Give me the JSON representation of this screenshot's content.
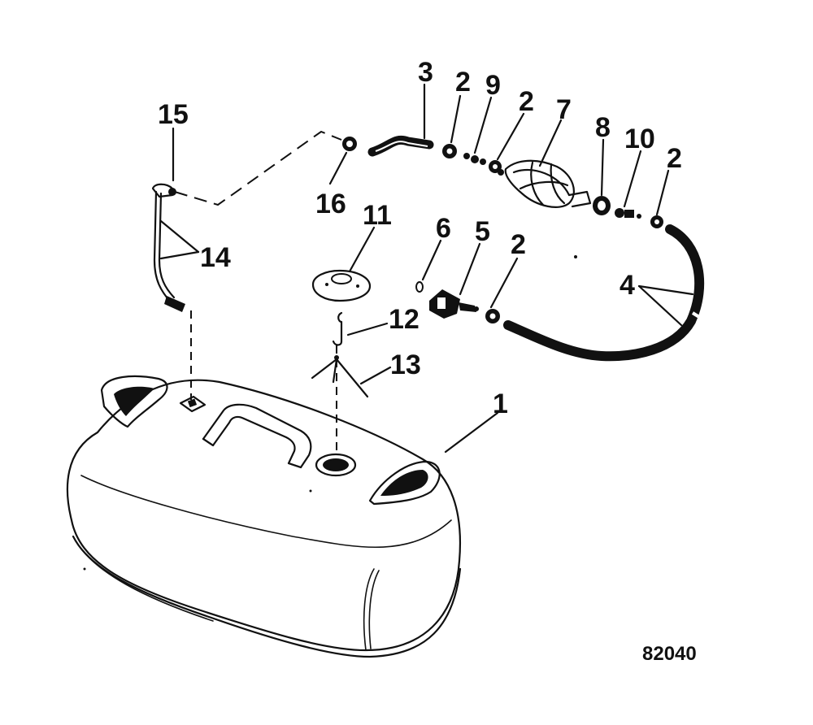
{
  "diagram": {
    "figure_number": "82040",
    "callouts": [
      "1",
      "2",
      "3",
      "4",
      "5",
      "6",
      "7",
      "8",
      "9",
      "10",
      "11",
      "12",
      "13",
      "14",
      "15",
      "16"
    ]
  }
}
